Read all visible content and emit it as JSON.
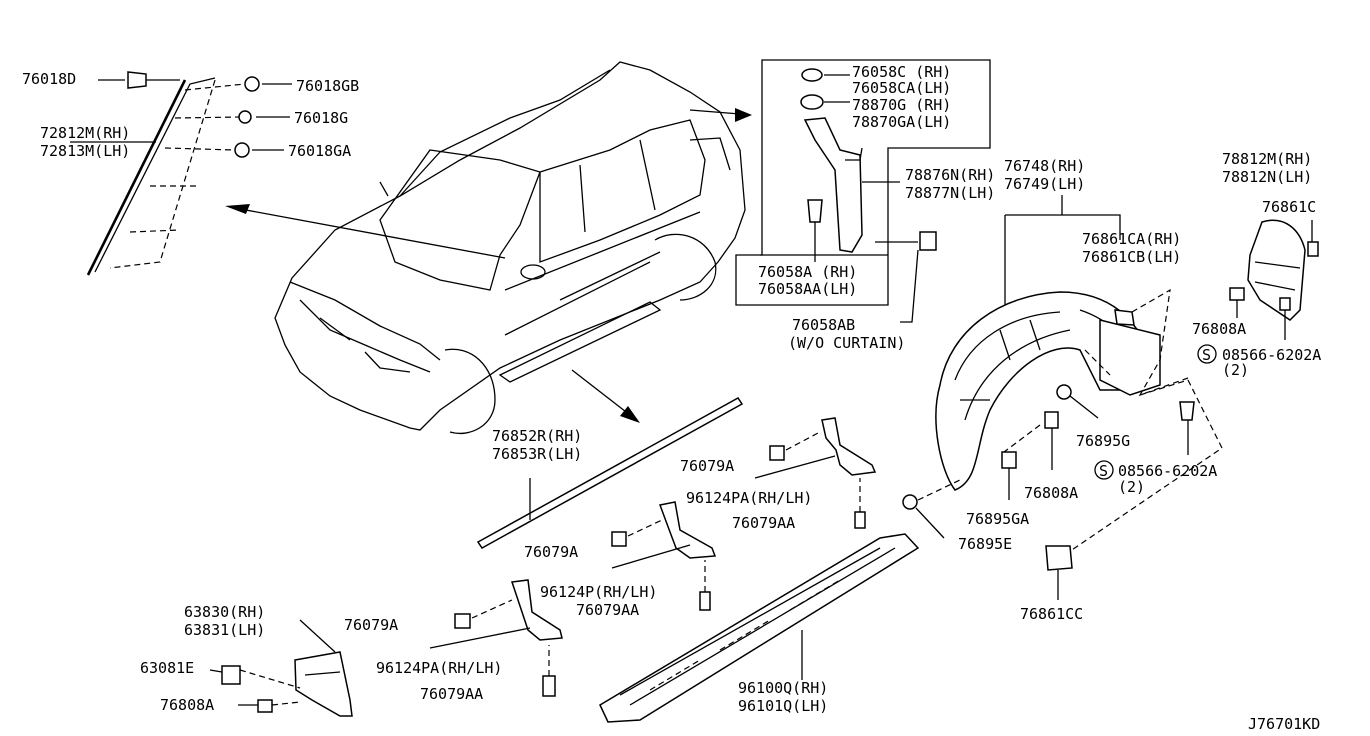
{
  "diagram_code": "J76701KD",
  "labels": {
    "p76018D": "76018D",
    "p76018GB": "76018GB",
    "p76018G": "76018G",
    "p76018GA": "76018GA",
    "p72812M": "72812M(RH)",
    "p72813M": "72813M(LH)",
    "p76058C": "76058C (RH)",
    "p76058CA": "76058CA(LH)",
    "p78870G": "78870G (RH)",
    "p78870GA": "78870GA(LH)",
    "p78876N": "78876N(RH)",
    "p78877N": "78877N(LH)",
    "p76058A": "76058A (RH)",
    "p76058AA": "76058AA(LH)",
    "p76058AB": "76058AB",
    "p_wo_curtain": "(W/O CURTAIN)",
    "p76748": "76748(RH)",
    "p76749": "76749(LH)",
    "p76861CA": "76861CA(RH)",
    "p76861CB": "76861CB(LH)",
    "p78812M": "78812M(RH)",
    "p78812N": "78812N(LH)",
    "p76861C": "76861C",
    "p76808A_top": "76808A",
    "p08566_top": "08566-6202A",
    "p08566_top_qty": "(2)",
    "p76895G": "76895G",
    "p08566_mid": "08566-6202A",
    "p08566_mid_qty": "(2)",
    "p76808A_mid": "76808A",
    "p76895GA": "76895GA",
    "p76895E": "76895E",
    "p76861CC": "76861CC",
    "p76852R": "76852R(RH)",
    "p76853R": "76853R(LH)",
    "p76079A_1": "76079A",
    "p96124PA_1": "96124PA(RH/LH)",
    "p76079AA_1": "76079AA",
    "p76079A_2": "76079A",
    "p96124P": "96124P(RH/LH)",
    "p76079AA_2": "76079AA",
    "p76079A_3": "76079A",
    "p96124PA_2": "96124PA(RH/LH)",
    "p76079AA_3": "76079AA",
    "p63830": "63830(RH)",
    "p63831": "63831(LH)",
    "p63081E": "63081E",
    "p76808A_bot": "76808A",
    "p96100Q": "96100Q(RH)",
    "p96101Q": "96101Q(LH)",
    "s_symbol": "S"
  }
}
